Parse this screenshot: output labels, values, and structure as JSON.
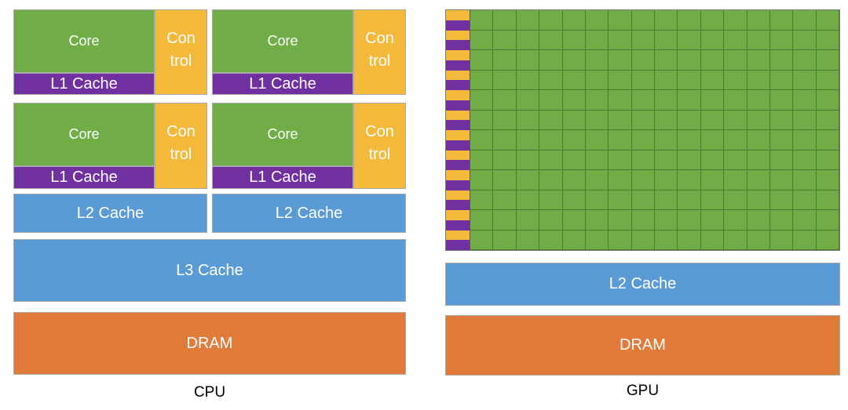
{
  "cpu": {
    "clusters": [
      {
        "core_label": "Core",
        "control_label": "Con\ntrol",
        "l1_label": "L1 Cache"
      },
      {
        "core_label": "Core",
        "control_label": "Con\ntrol",
        "l1_label": "L1 Cache"
      },
      {
        "core_label": "Core",
        "control_label": "Con\ntrol",
        "l1_label": "L1 Cache"
      },
      {
        "core_label": "Core",
        "control_label": "Con\ntrol",
        "l1_label": "L1 Cache"
      }
    ],
    "l2_labels": [
      "L2 Cache",
      "L2 Cache"
    ],
    "l3_label": "L3 Cache",
    "dram_label": "DRAM",
    "caption": "CPU"
  },
  "gpu": {
    "grid": {
      "rows": 12,
      "cols": 16,
      "stripe_segments": 24
    },
    "l2_label": "L2 Cache",
    "dram_label": "DRAM",
    "caption": "GPU"
  },
  "colors": {
    "core": "#70ad47",
    "control": "#f4b93a",
    "l1_cache": "#7030a0",
    "cache": "#5b9bd5",
    "dram": "#e07b39"
  }
}
